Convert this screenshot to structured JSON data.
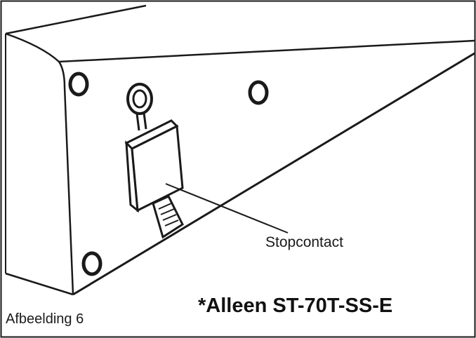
{
  "diagram": {
    "callout_label": "Stopcontact",
    "figure_caption": "Afbeelding 6",
    "model_note": "*Alleen ST-70T-SS-E"
  },
  "colors": {
    "line": "#1a1a1a",
    "background": "#ffffff"
  },
  "icons": {
    "outlet": "power-outlet-icon"
  }
}
